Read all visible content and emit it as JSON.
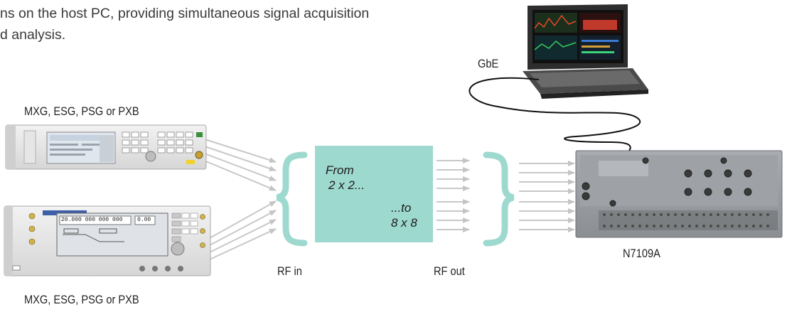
{
  "intro": {
    "line1": "ns on the host PC, providing simultaneous signal acquisition",
    "line2": "d analysis."
  },
  "labels": {
    "top_generators": "MXG, ESG, PSG or PXB",
    "bottom_generators": "MXG, ESG, PSG or PXB",
    "gbe": "GbE",
    "rf_in": "RF in",
    "rf_out": "RF out",
    "receiver": "N7109A"
  },
  "fader_box": {
    "from_label": "From",
    "from_value": "2 x 2...",
    "to_label": "...to",
    "to_value": "8 x 8",
    "color": "#9ed9cf"
  },
  "top_generator_screen": {
    "readout": ""
  },
  "bottom_generator_screen": {
    "readout": "20.000 000 000 000",
    "level": "0.00"
  },
  "colors": {
    "brace": "#9ed9cf",
    "arrow": "#c8c8c8",
    "cable": "#111111"
  }
}
